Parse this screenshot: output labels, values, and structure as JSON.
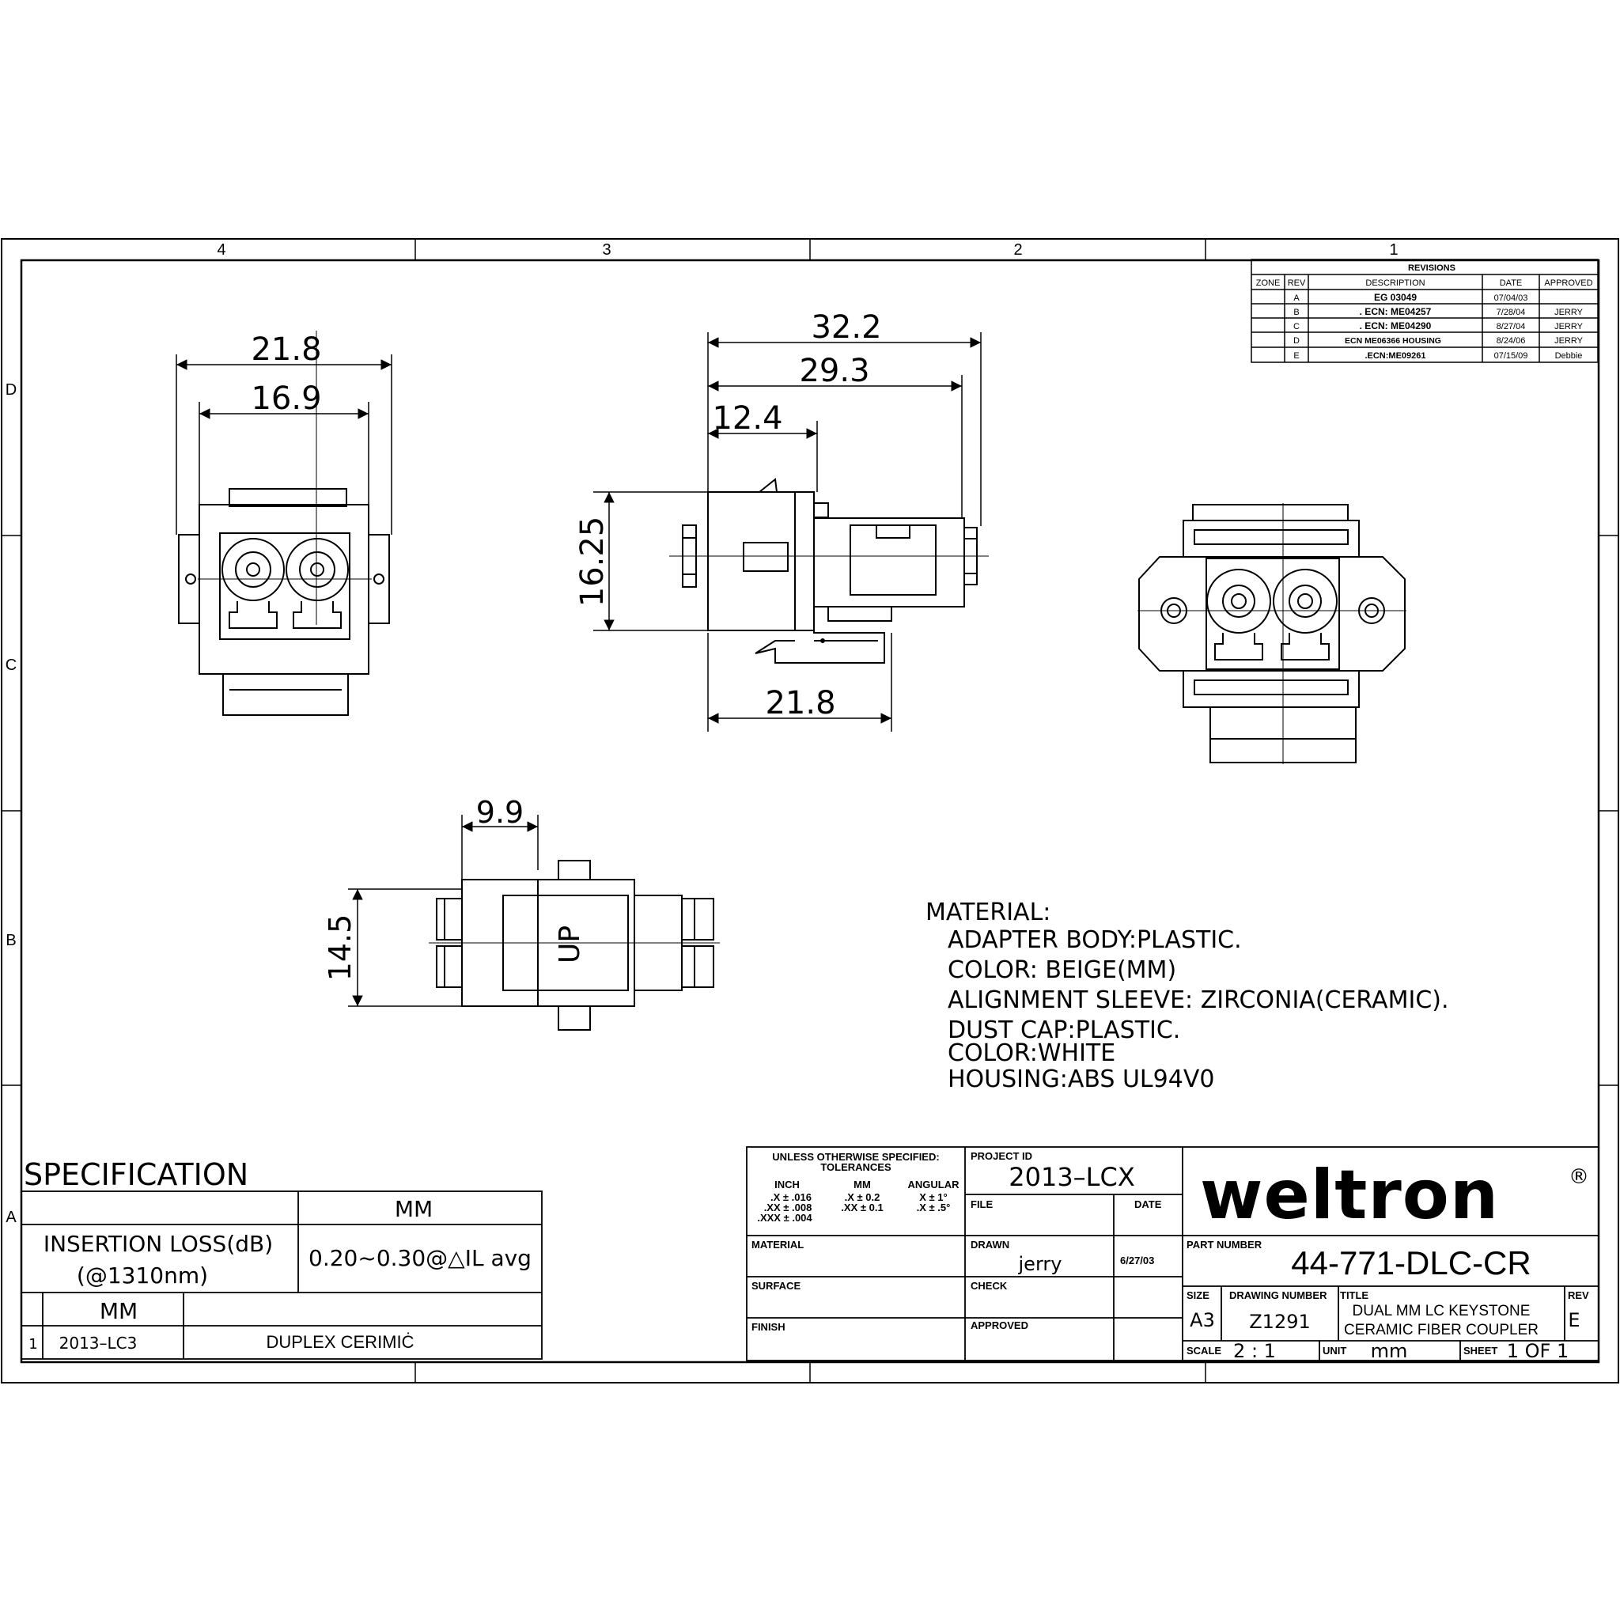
{
  "frame": {
    "zones_top": [
      "4",
      "3",
      "2",
      "1"
    ],
    "zones_side": [
      "D",
      "C",
      "B",
      "A"
    ]
  },
  "revisions": {
    "title": "REVISIONS",
    "headers": [
      "ZONE",
      "REV",
      "DESCRIPTION",
      "DATE",
      "APPROVED"
    ],
    "rows": [
      {
        "zone": "",
        "rev": "A",
        "description": "EG 03049",
        "date": "07/04/03",
        "approved": ""
      },
      {
        "zone": "",
        "rev": "B",
        "description": ". ECN: ME04257",
        "date": "7/28/04",
        "approved": "JERRY"
      },
      {
        "zone": "",
        "rev": "C",
        "description": ". ECN: ME04290",
        "date": "8/27/04",
        "approved": "JERRY"
      },
      {
        "zone": "",
        "rev": "D",
        "description": "ECN  ME06366      HOUSING",
        "date": "8/24/06",
        "approved": "JERRY"
      },
      {
        "zone": "",
        "rev": "E",
        "description": ".ECN:ME09261",
        "date": "07/15/09",
        "approved": "Debbie"
      }
    ]
  },
  "dimensions": {
    "front_outer_width": "21.8",
    "front_inner_width": "16.9",
    "side_total_length": "32.2",
    "side_length_2": "29.3",
    "side_length_3": "12.4",
    "side_height": "16.25",
    "side_bottom_length": "21.8",
    "top_tab_width": "9.9",
    "top_height": "14.5"
  },
  "labels": {
    "up_mark": "UP"
  },
  "material": {
    "heading": "MATERIAL:",
    "lines": [
      "ADAPTER  BODY:PLASTIC.",
      "COLOR:  BEIGE(MM)",
      "ALIGNMENT  SLEEVE: ZIRCONIA(CERAMIC).",
      "DUST  CAP:PLASTIC.",
      "COLOR:WHITE",
      "HOUSING:ABS  UL94V0"
    ]
  },
  "specification": {
    "title": "SPECIFICATION",
    "column_header": "MM",
    "row_label_line1": "INSERTION  LOSS(dB)",
    "row_label_line2": "(@1310nm)",
    "row_value": "0.20~0.30@△IL  avg",
    "parts_header": "MM",
    "item_no": "1",
    "item_code": "2013–LC3",
    "item_desc": "DUPLEX CERIMIĊ"
  },
  "title_block": {
    "tolerance_heading_1": "UNLESS  OTHERWISE  SPECIFIED:",
    "tolerance_heading_2": "TOLERANCES",
    "tol_inch": "INCH",
    "tol_mm": "MM",
    "tol_angular": "ANGULAR",
    "tol_inch_1": ".X  ±  .016",
    "tol_inch_2": ".XX  ±  .008",
    "tol_inch_3": ".XXX  ±  .004",
    "tol_mm_1": ".X  ±  0.2",
    "tol_mm_2": ".XX  ±  0.1",
    "tol_ang_1": "X  ±  1°",
    "tol_ang_2": ".X  ±  .5°",
    "project_id_label": "PROJECT  ID",
    "project_id": "2013–LCX",
    "file_label": "FILE",
    "date_label": "DATE",
    "material_label": "MATERIAL",
    "drawn_label": "DRAWN",
    "drawn_by": "jerry",
    "drawn_date": "6/27/03",
    "surface_label": "SURFACE",
    "check_label": "CHECK",
    "finish_label": "FINISH",
    "approved_label": "APPROVED",
    "company": "weltron",
    "registered": "®",
    "part_number_label": "PART  NUMBER",
    "part_number": "44-771-DLC-CR",
    "size_label": "SIZE",
    "size": "A3",
    "drawing_number_label": "DRAWING  NUMBER",
    "drawing_number": "Z1291",
    "title_label": "TITLE",
    "title_line1": "DUAL MM LC KEYSTONE",
    "title_line2": "CERAMIC FIBER COUPLER",
    "rev_label": "REV",
    "rev": "E",
    "scale_label": "SCALE",
    "scale": "2  :  1",
    "unit_label": "UNIT",
    "unit": "mm",
    "sheet_label": "SHEET",
    "sheet": "1  OF  1"
  }
}
